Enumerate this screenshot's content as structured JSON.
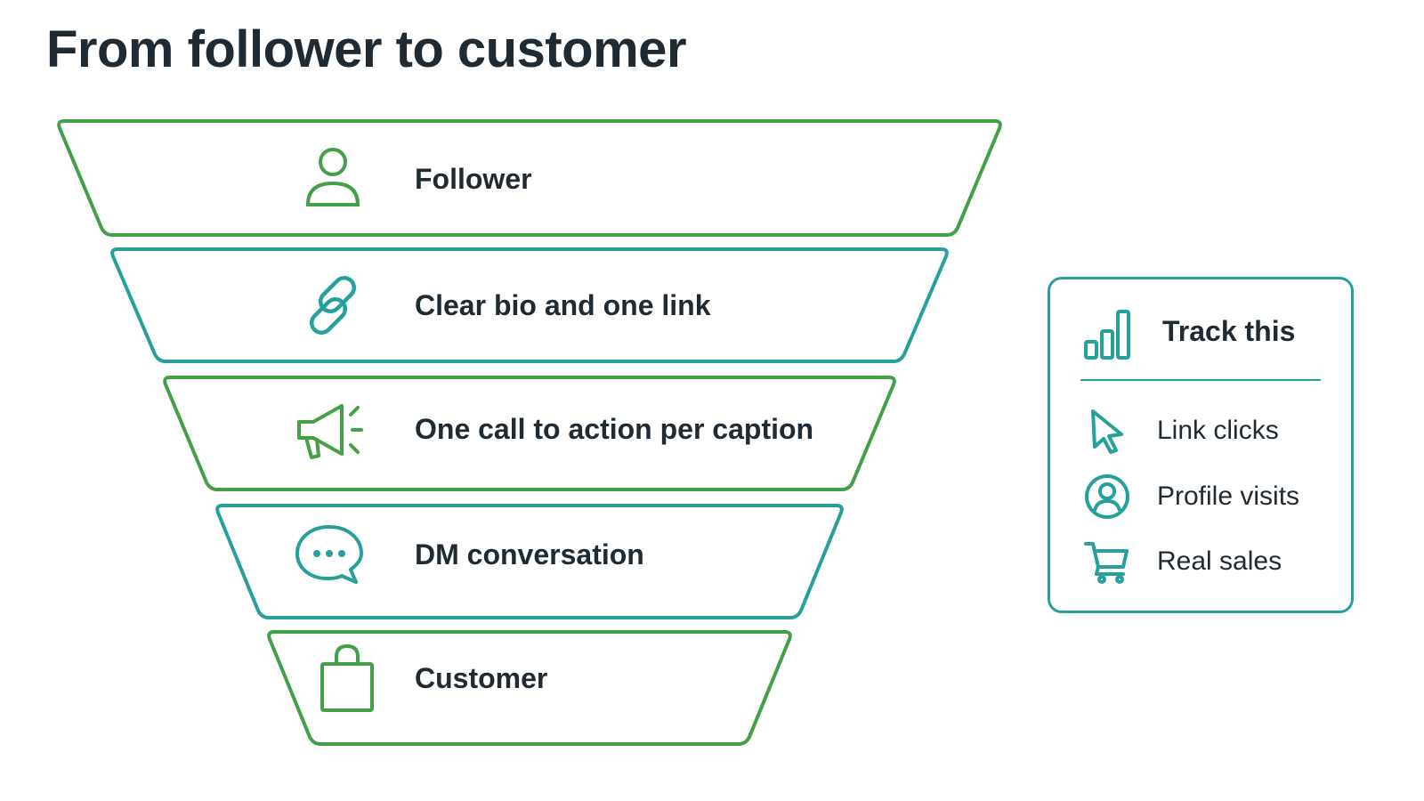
{
  "title": "From follower to customer",
  "stages": [
    {
      "label": "Follower",
      "icon": "person-icon",
      "color": "#43a047"
    },
    {
      "label": "Clear bio and one link",
      "icon": "link-icon",
      "color": "#26a09a"
    },
    {
      "label": "One call to action per caption",
      "icon": "megaphone-icon",
      "color": "#43a047"
    },
    {
      "label": "DM conversation",
      "icon": "chat-bubble-icon",
      "color": "#26a09a"
    },
    {
      "label": "Customer",
      "icon": "shopping-bag-icon",
      "color": "#43a047"
    }
  ],
  "track": {
    "title": "Track this",
    "icon": "bar-chart-icon",
    "color": "#26a09a",
    "items": [
      {
        "label": "Link clicks",
        "icon": "cursor-icon"
      },
      {
        "label": "Profile visits",
        "icon": "profile-circle-icon"
      },
      {
        "label": "Real sales",
        "icon": "shopping-cart-icon"
      }
    ]
  }
}
